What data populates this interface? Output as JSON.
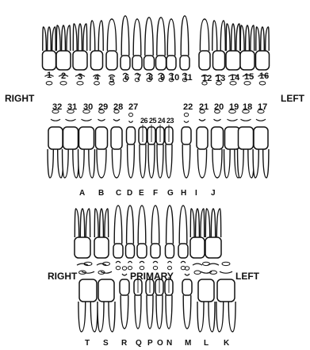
{
  "labels": {
    "right": "RIGHT",
    "left": "LEFT",
    "primary": "PRIMARY"
  },
  "permanent_upper": [
    "1",
    "2",
    "3",
    "4",
    "5",
    "6",
    "7",
    "8",
    "9",
    "10",
    "11",
    "12",
    "13",
    "14",
    "15",
    "16"
  ],
  "permanent_lower_right": [
    "32",
    "31",
    "30",
    "29",
    "28",
    "27"
  ],
  "permanent_lower_center": [
    "26",
    "25",
    "24",
    "23"
  ],
  "permanent_lower_left": [
    "22",
    "21",
    "20",
    "19",
    "18",
    "17"
  ],
  "primary_upper": [
    "A",
    "B",
    "C",
    "D",
    "E",
    "F",
    "G",
    "H",
    "I",
    "J"
  ],
  "primary_lower": [
    "T",
    "S",
    "R",
    "Q",
    "P",
    "O",
    "N",
    "M",
    "L",
    "K"
  ],
  "colors": {
    "ink": "#111111",
    "fill": "#ffffff"
  }
}
